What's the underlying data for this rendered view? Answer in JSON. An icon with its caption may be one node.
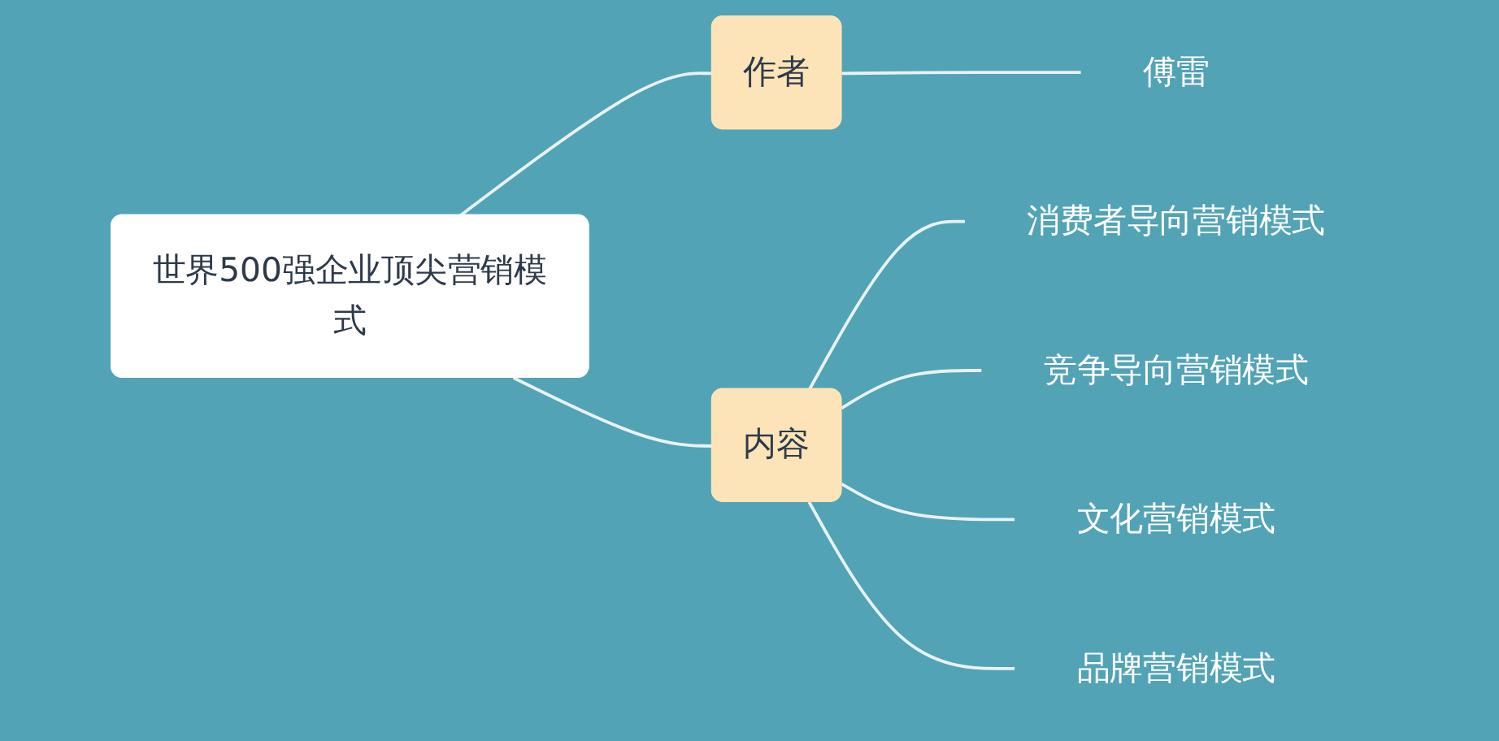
{
  "diagram": {
    "nodes": [
      {
        "text": [
          "世界500强企业顶尖营销模式"
        ]
      },
      {
        "text": [
          "作者"
        ]
      },
      {
        "text": [
          "傅雷"
        ]
      },
      {
        "text": [
          "内容"
        ]
      },
      {
        "text": [
          "消费者导向营销模式"
        ]
      },
      {
        "text": [
          "竞争导向营销模式"
        ]
      },
      {
        "text": [
          "文化营销模式"
        ]
      },
      {
        "text": [
          "品牌营销模式"
        ]
      }
    ],
    "edges": [
      {
        "from": 0,
        "to": 1,
        "arrow": "none"
      },
      {
        "from": 1,
        "to": 2,
        "arrow": "none"
      },
      {
        "from": 0,
        "to": 3,
        "arrow": "none"
      },
      {
        "from": 3,
        "to": 4,
        "arrow": "none"
      },
      {
        "from": 3,
        "to": 5,
        "arrow": "none"
      },
      {
        "from": 3,
        "to": 6,
        "arrow": "none"
      },
      {
        "from": 3,
        "to": 7,
        "arrow": "none"
      }
    ]
  }
}
